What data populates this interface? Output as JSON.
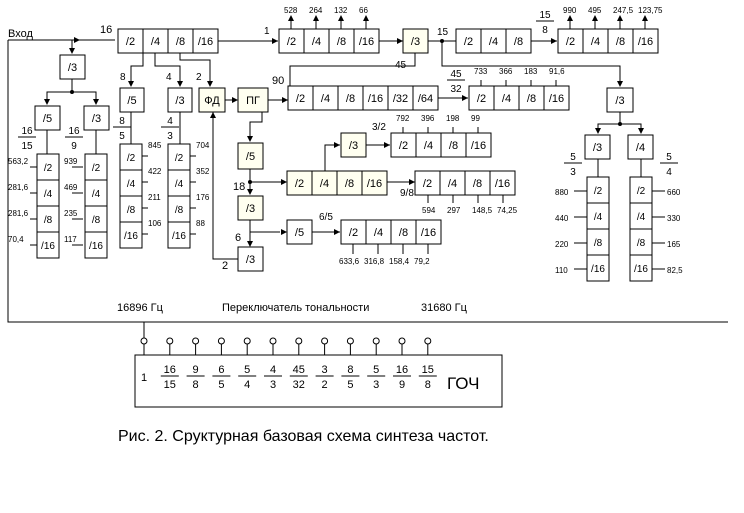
{
  "labels": {
    "input": "Вход",
    "switch_left_freq": "16896 Гц",
    "switch_title": "Переключатель тональности",
    "switch_right_freq": "31680 Гц",
    "goch": "ГОЧ",
    "fd": "ФД",
    "pg": "ПГ"
  },
  "caption": "Рис. 2. Сруктурная базовая схема синтеза частот.",
  "dividers": [
    "/2",
    "/3",
    "/4",
    "/5",
    "/8",
    "/16",
    "/32",
    "/64"
  ],
  "numbers": {
    "n16": "16",
    "n1": "1",
    "n8": "8",
    "n4": "4",
    "n2": "2",
    "n90": "90",
    "n45": "45",
    "n15": "15",
    "n18": "18",
    "n6": "6",
    "top1": [
      "528",
      "264",
      "132",
      "66"
    ],
    "top2": [
      "990",
      "495",
      "247,5",
      "123,75"
    ],
    "row45_32": [
      "733",
      "366",
      "183",
      "91,6"
    ],
    "row3_2": [
      "792",
      "396",
      "198",
      "99"
    ],
    "row9_8": [
      "594",
      "297",
      "148,5",
      "74,25"
    ],
    "row6_5": [
      "633,6",
      "316,8",
      "158,4",
      "79,2"
    ],
    "col16_15": [
      "563,2",
      "281,6",
      "281,6",
      "70,4"
    ],
    "col16_9": [
      "939",
      "469",
      "235",
      "117"
    ],
    "col8_5": [
      "845",
      "422",
      "211",
      "106"
    ],
    "col4_3": [
      "704",
      "352",
      "176",
      "88"
    ],
    "col5_3": [
      "880",
      "440",
      "220",
      "110"
    ],
    "col5_4": [
      "660",
      "330",
      "165",
      "82,5"
    ]
  },
  "fractions": {
    "f16_15": {
      "n": "16",
      "d": "15"
    },
    "f16_9": {
      "n": "16",
      "d": "9"
    },
    "f8_5": "8/5",
    "f4_3": "4/3",
    "f45_32": {
      "n": "45",
      "d": "32"
    },
    "f15_8": {
      "n": "15",
      "d": "8"
    },
    "f3_2": "3/2",
    "f9_8": "9/8",
    "f6_5": "6/5",
    "f5_3": "5/3",
    "f5_4": "5/4"
  },
  "selector_ratios": [
    {
      "n": "1",
      "d": ""
    },
    {
      "n": "16",
      "d": "15"
    },
    {
      "n": "9",
      "d": "8"
    },
    {
      "n": "6",
      "d": "5"
    },
    {
      "n": "5",
      "d": "4"
    },
    {
      "n": "4",
      "d": "3"
    },
    {
      "n": "45",
      "d": "32"
    },
    {
      "n": "3",
      "d": "2"
    },
    {
      "n": "8",
      "d": "5"
    },
    {
      "n": "5",
      "d": "3"
    },
    {
      "n": "16",
      "d": "9"
    },
    {
      "n": "15",
      "d": "8"
    }
  ],
  "colors": {
    "line": "#000000",
    "fill": "#fffff0",
    "bg": "#ffffff"
  }
}
